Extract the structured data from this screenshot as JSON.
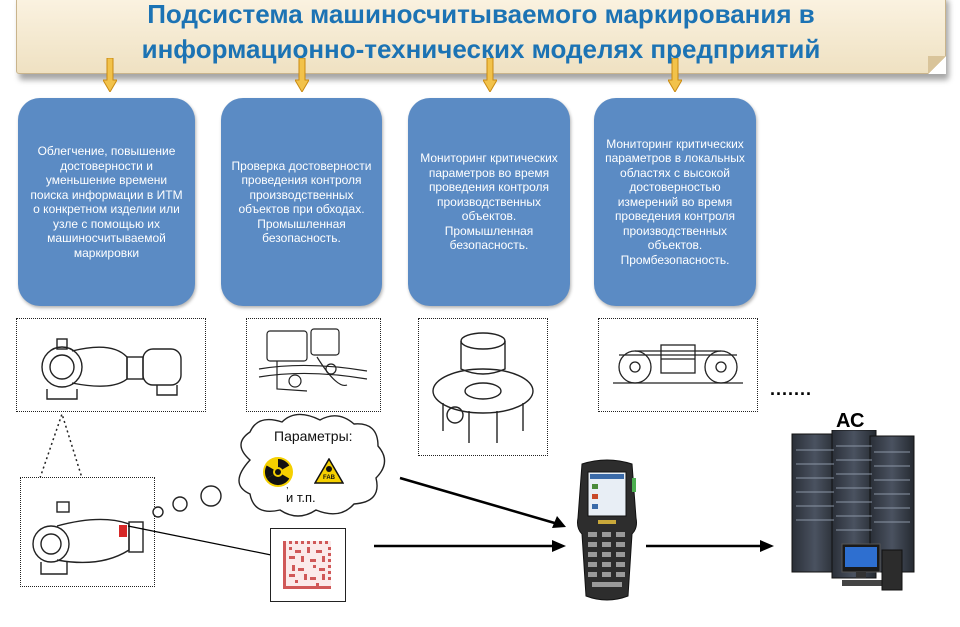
{
  "header": {
    "title_line1": "Подсистема машиносчитываемого маркирования в",
    "title_line2": "информационно-технических моделях предприятий"
  },
  "boxes": [
    {
      "text": "Облегчение, повышение достоверности и уменьшение времени поиска информации в ИТМ о конкретном изделии или узле с помощью их машиносчитываемой маркировки"
    },
    {
      "text": "Проверка достоверности проведения контроля производственных объектов при обходах. Промышленная безопасность."
    },
    {
      "text": "Мониторинг критических параметров во время проведения контроля производственных объектов. Промышленная безопасность."
    },
    {
      "text": "Мониторинг критических параметров в локальных областях с высокой достоверностью измерений во время проведения контроля производственных объектов. Промбезопасность."
    }
  ],
  "cloud": {
    "title": "Параметры:",
    "footer": "и т.п.",
    "comma": ",",
    "badge_text": "FAB"
  },
  "ellipsis": ".......",
  "server_label": "АС",
  "colors": {
    "title": "#1c73b4",
    "box": "#5b8bc4",
    "arrow_fill": "#f2c24a",
    "arrow_stroke": "#c98a12"
  }
}
